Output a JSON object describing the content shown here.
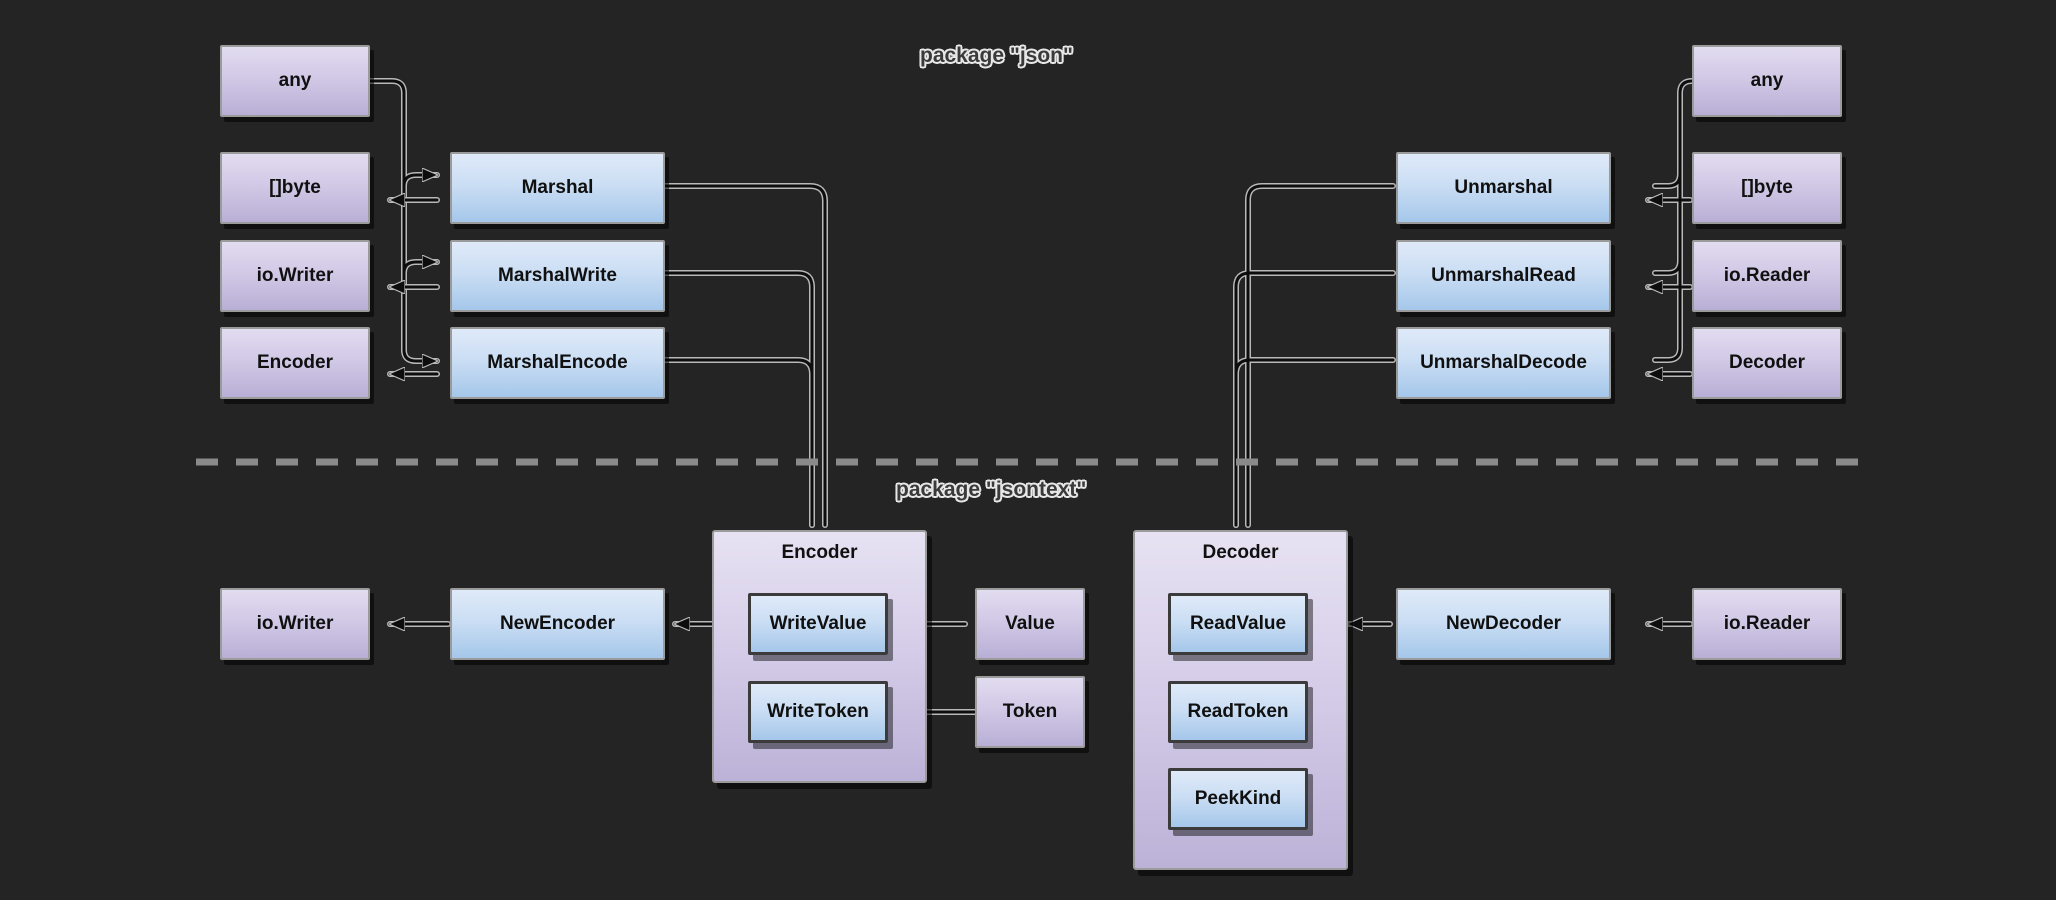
{
  "diagram": {
    "background": "#242424",
    "packages": [
      {
        "id": "json",
        "label": "package \"json\""
      },
      {
        "id": "jsontext",
        "label": "package \"jsontext\""
      }
    ],
    "divider": {
      "style": "dashed",
      "color": "#8a8a8a"
    },
    "colors": {
      "type_box_top": "#e2dcf0",
      "type_box_bottom": "#b9afd6",
      "func_box_top": "#dfeaf8",
      "func_box_bottom": "#a5c7ea",
      "group_top": "#e7e2f2",
      "group_bottom": "#bcb2d8",
      "border": "#9b9b9b",
      "member_border": "#3b3b3b",
      "wire": "#111111",
      "wire_halo": "#b9b9b9",
      "label_text": "#3a3a3a",
      "label_outline": "#e8e8e8"
    },
    "json_package": {
      "marshal_side": {
        "types": [
          {
            "id": "any-left",
            "label": "any"
          },
          {
            "id": "bytes-left",
            "label": "[]byte"
          },
          {
            "id": "iowriter-left",
            "label": "io.Writer"
          },
          {
            "id": "encoder-left",
            "label": "Encoder"
          }
        ],
        "funcs": [
          {
            "id": "marshal",
            "label": "Marshal"
          },
          {
            "id": "marshalwrite",
            "label": "MarshalWrite"
          },
          {
            "id": "marshalencode",
            "label": "MarshalEncode"
          }
        ]
      },
      "unmarshal_side": {
        "funcs": [
          {
            "id": "unmarshal",
            "label": "Unmarshal"
          },
          {
            "id": "unmarshalread",
            "label": "UnmarshalRead"
          },
          {
            "id": "unmarshaldecode",
            "label": "UnmarshalDecode"
          }
        ],
        "types": [
          {
            "id": "any-right",
            "label": "any"
          },
          {
            "id": "bytes-right",
            "label": "[]byte"
          },
          {
            "id": "ioreader-right",
            "label": "io.Reader"
          },
          {
            "id": "decoder-right",
            "label": "Decoder"
          }
        ]
      }
    },
    "jsontext_package": {
      "encoder_group": {
        "title": "Encoder",
        "members": [
          {
            "id": "writevalue",
            "label": "WriteValue"
          },
          {
            "id": "writetoken",
            "label": "WriteToken"
          }
        ]
      },
      "decoder_group": {
        "title": "Decoder",
        "members": [
          {
            "id": "readvalue",
            "label": "ReadValue"
          },
          {
            "id": "readtoken",
            "label": "ReadToken"
          },
          {
            "id": "peekkind",
            "label": "PeekKind"
          }
        ]
      },
      "types": [
        {
          "id": "iowriter-bottom",
          "label": "io.Writer"
        },
        {
          "id": "value",
          "label": "Value"
        },
        {
          "id": "token",
          "label": "Token"
        },
        {
          "id": "ioreader-bottom",
          "label": "io.Reader"
        }
      ],
      "funcs": [
        {
          "id": "newencoder",
          "label": "NewEncoder"
        },
        {
          "id": "newdecoder",
          "label": "NewDecoder"
        }
      ]
    }
  }
}
